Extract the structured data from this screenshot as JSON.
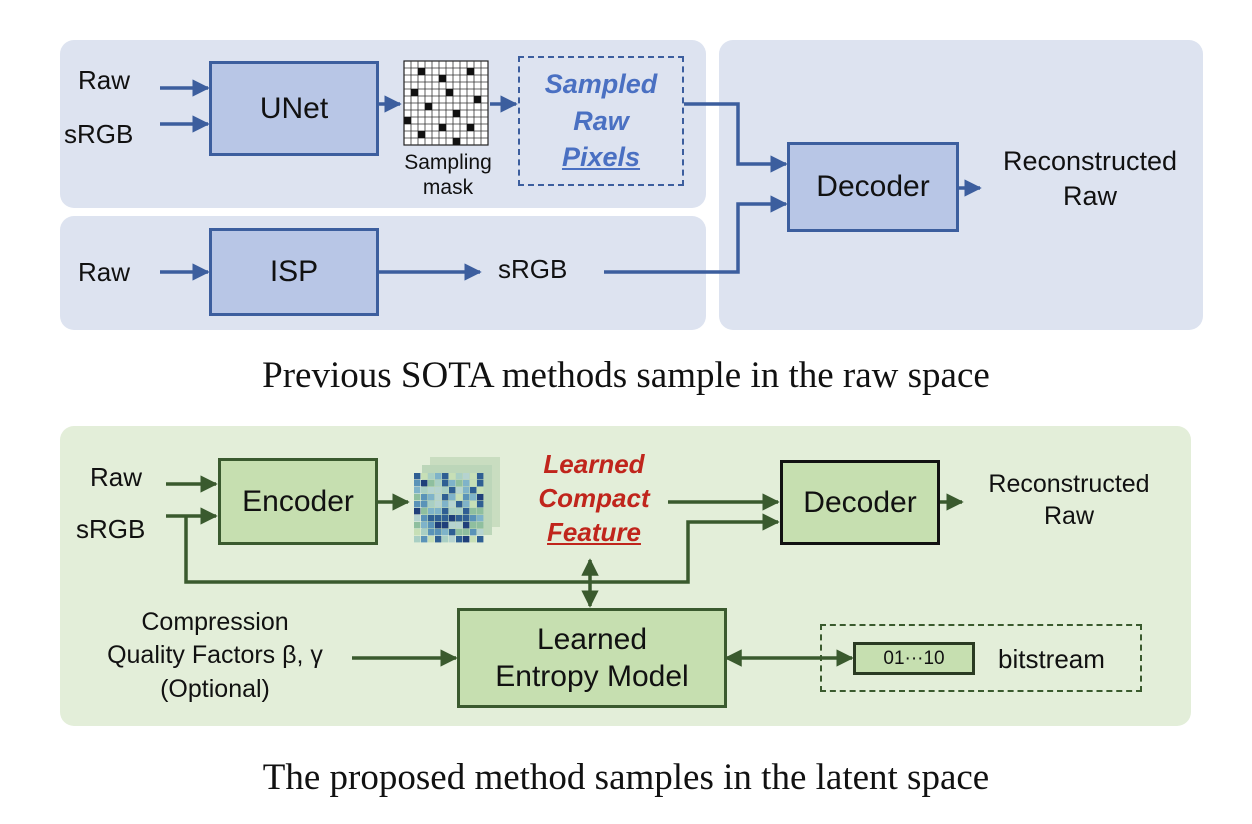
{
  "top": {
    "inputs": {
      "raw": "Raw",
      "srgb": "sRGB"
    },
    "unet": "UNet",
    "sampling_mask": [
      "Sampling",
      "mask"
    ],
    "sampled": [
      "Sampled",
      "Raw",
      "Pixels"
    ],
    "isp_input": "Raw",
    "isp": "ISP",
    "isp_output": "sRGB",
    "decoder": "Decoder",
    "output": [
      "Reconstructed",
      "Raw"
    ],
    "caption": "Previous SOTA methods sample in the raw space"
  },
  "bottom": {
    "inputs": {
      "raw": "Raw",
      "srgb": "sRGB"
    },
    "encoder": "Encoder",
    "learned_feature": [
      "Learned",
      "Compact",
      "Feature"
    ],
    "decoder": "Decoder",
    "output": [
      "Reconstructed",
      "Raw"
    ],
    "quality": [
      "Compression",
      "Quality Factors β, γ",
      "(Optional)"
    ],
    "entropy": [
      "Learned",
      "Entropy Model"
    ],
    "bits": "01···10",
    "bitstream": "bitstream",
    "caption": "The proposed method samples in the latent space"
  },
  "colors": {
    "blue_panel": "#dde3f0",
    "blue_box": "#b8c6e6",
    "blue_line": "#3c5e9e",
    "green_panel": "#e3eed9",
    "green_box": "#c6dfb0",
    "green_line": "#3a5a2e",
    "highlight_blue": "#4a70c2",
    "highlight_red": "#c0251c"
  }
}
